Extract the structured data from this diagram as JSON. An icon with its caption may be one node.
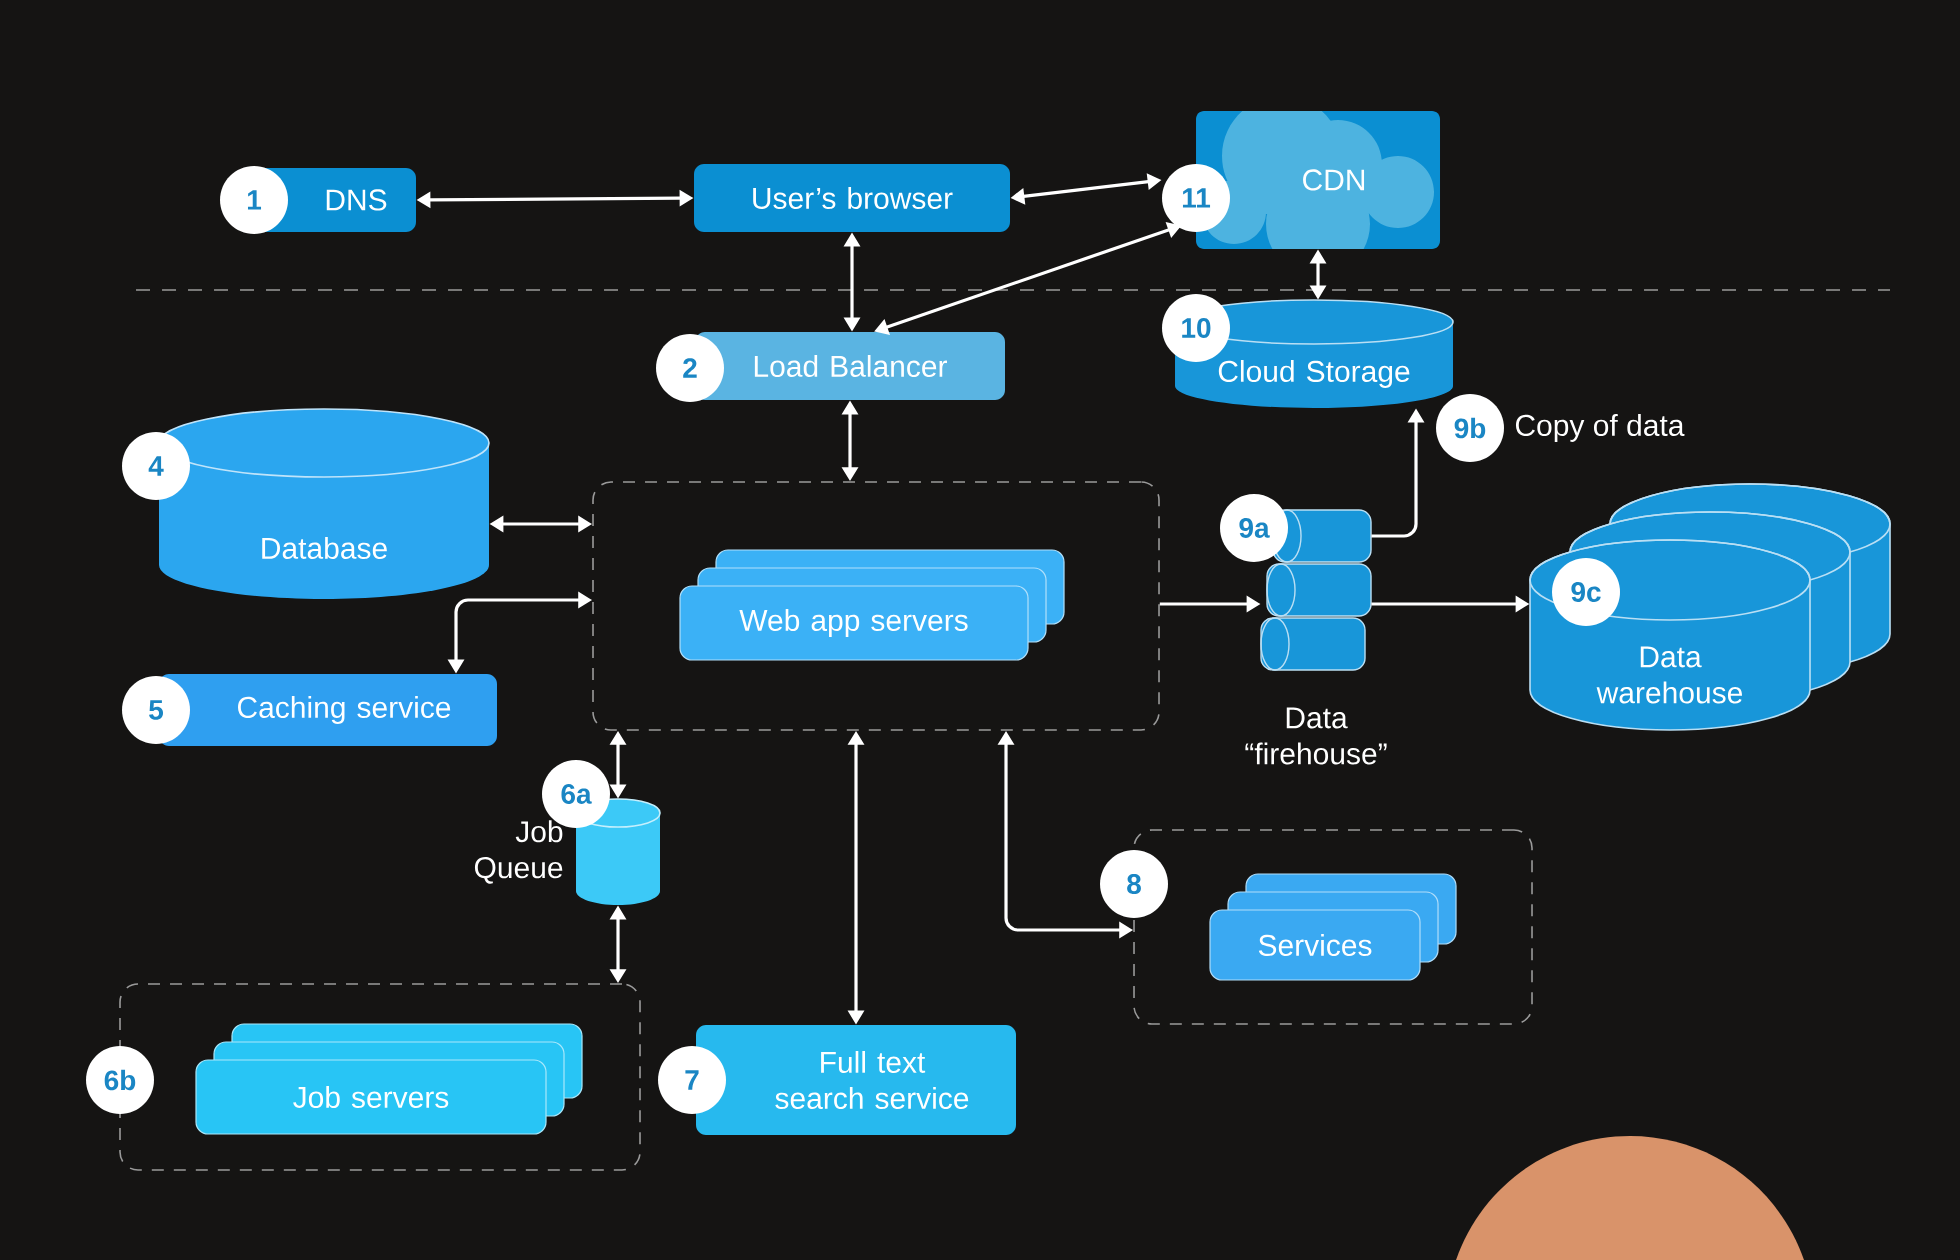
{
  "diagram": {
    "nodes": [
      {
        "text": [
          "1",
          "DNS"
        ]
      },
      {
        "text": [
          "User’s browser"
        ]
      },
      {
        "text": [
          "11",
          "CDN"
        ]
      },
      {
        "text": [
          "2",
          "Load Balancer"
        ]
      },
      {
        "text": [
          "10",
          "Cloud Storage"
        ]
      },
      {
        "text": [
          "4",
          "Database"
        ]
      },
      {
        "text": [],
        "shape": "box"
      },
      {
        "text": [
          "Web app servers"
        ],
        "in": 6
      },
      {
        "text": [
          "5",
          "Caching service"
        ]
      },
      {
        "text": [
          "6a"
        ],
        "beside": [
          "Job Queue"
        ]
      },
      {
        "text": [
          "6b"
        ]
      },
      {
        "text": [
          "Job servers"
        ],
        "in": 10
      },
      {
        "text": [
          "7",
          "Full text search service"
        ]
      },
      {
        "text": [
          "8"
        ]
      },
      {
        "text": [
          "Services"
        ],
        "in": 13
      },
      {
        "text": [
          "9a"
        ],
        "beside": [
          "Data “firehouse”"
        ]
      },
      {
        "text": [
          "9c",
          "Data warehouse"
        ]
      }
    ],
    "edges": [
      {
        "from": 0,
        "to": 1,
        "arrow": "both"
      },
      {
        "from": 1,
        "to": 2,
        "arrow": "both"
      },
      {
        "from": 1,
        "to": 3,
        "arrow": "both"
      },
      {
        "from": 2,
        "to": 3,
        "arrow": "both"
      },
      {
        "from": 2,
        "to": 4,
        "arrow": "both"
      },
      {
        "from": 3,
        "to": 6,
        "arrow": "both"
      },
      {
        "from": 5,
        "to": 6,
        "arrow": "both"
      },
      {
        "from": 8,
        "to": 6,
        "arrow": "both"
      },
      {
        "from": 6,
        "to": 9,
        "arrow": "both"
      },
      {
        "from": 9,
        "to": 10,
        "arrow": "both"
      },
      {
        "from": 6,
        "to": 12,
        "arrow": "both"
      },
      {
        "from": 6,
        "to": 13,
        "arrow": "both"
      },
      {
        "from": 6,
        "to": 15,
        "arrow": "to"
      },
      {
        "from": 15,
        "to": 4,
        "arrow": "to"
      },
      {
        "from": 15,
        "to": 16,
        "arrow": "to"
      }
    ],
    "labels": [
      "9b",
      "Copy of data"
    ]
  }
}
